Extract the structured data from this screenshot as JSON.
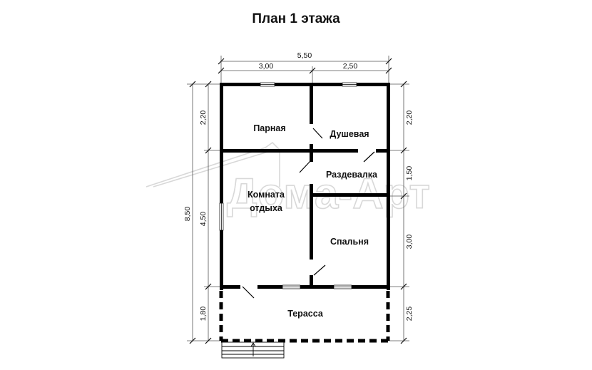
{
  "title": "План 1 этажа",
  "watermark": "Дома-Арт",
  "dimensions": {
    "top_total": "5,50",
    "top_left": "3,00",
    "top_right": "2,50",
    "left_total": "8,50",
    "left_upper": "2,20",
    "left_middle": "4,50",
    "left_lower": "1,80",
    "right_1": "2,20",
    "right_2": "1,50",
    "right_3": "3,00",
    "right_4": "2,25"
  },
  "rooms": {
    "parnaya": "Парная",
    "dushevaya": "Душевая",
    "razdevalka": "Раздевалка",
    "komnata_line1": "Комната",
    "komnata_line2": "отдыха",
    "spalnya": "Спальня",
    "terrasa": "Терасса"
  },
  "colors": {
    "wall": "#000000",
    "dim_line": "#555555",
    "watermark": "#d8d8d8"
  }
}
